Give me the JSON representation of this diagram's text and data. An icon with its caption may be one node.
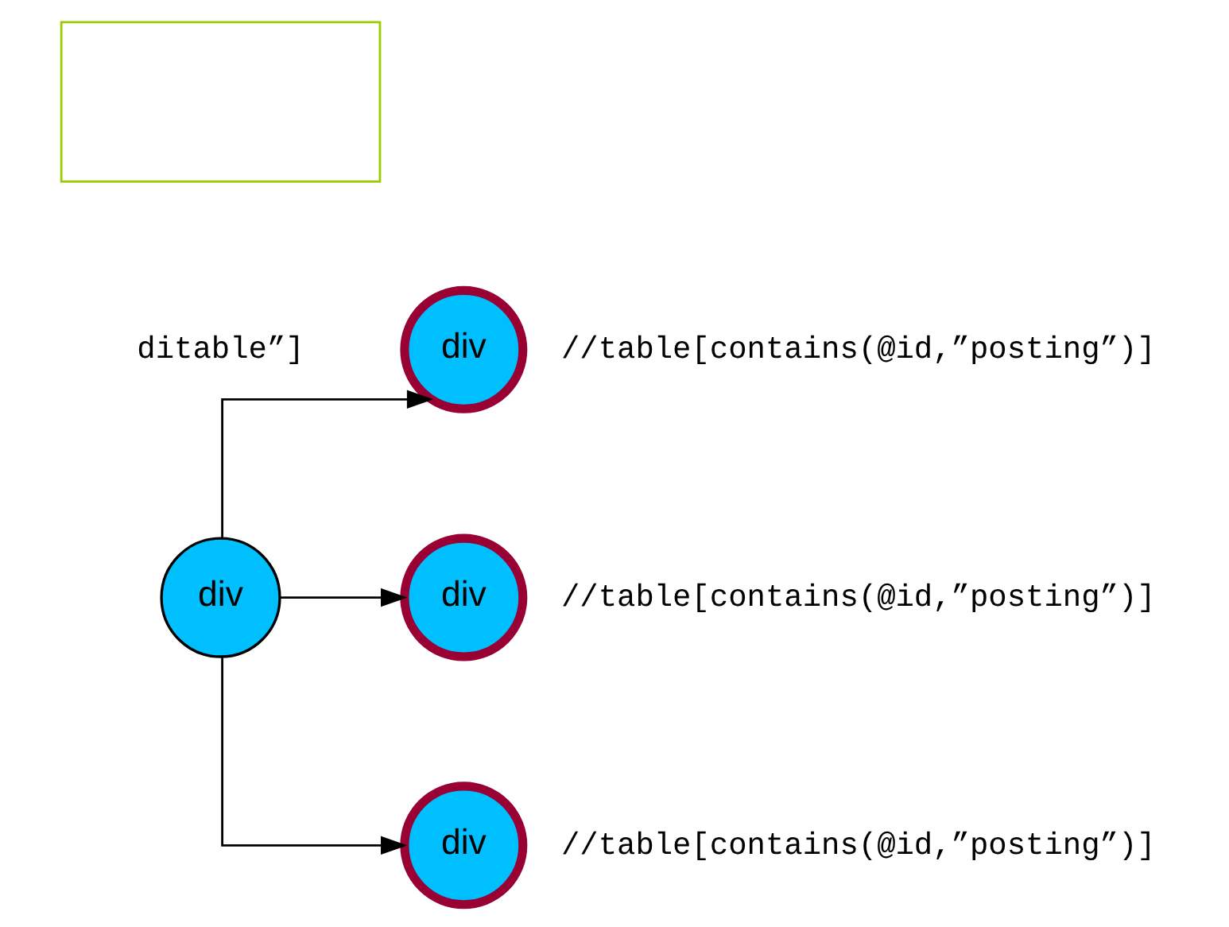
{
  "diagram": {
    "nodes": [
      {
        "text": [
          "div"
        ]
      },
      {
        "text": [
          "div"
        ],
        "beside": [
          "ditable”]",
          "//table[contains(@id,”posting”)]"
        ]
      },
      {
        "text": [
          "div"
        ],
        "beside": [
          "//table[contains(@id,”posting”)]"
        ]
      },
      {
        "text": [
          "div"
        ],
        "beside": [
          "//table[contains(@id,”posting”)]"
        ]
      },
      {
        "text": [],
        "shape": "box"
      }
    ],
    "edges": [
      {
        "from": 0,
        "to": 1,
        "arrow": "to"
      },
      {
        "from": 0,
        "to": 2,
        "arrow": "to"
      },
      {
        "from": 0,
        "to": 3,
        "arrow": "to"
      }
    ]
  }
}
